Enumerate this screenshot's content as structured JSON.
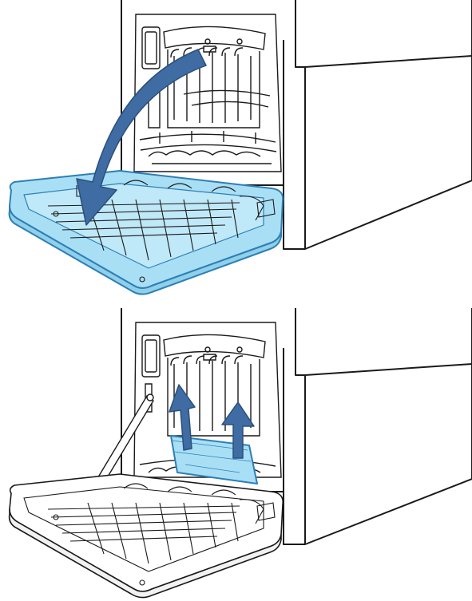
{
  "figure": {
    "panels": [
      {
        "step": "open-rear-door",
        "arrow_direction": "down-left",
        "highlight": "rear-door"
      },
      {
        "step": "remove-jammed-paper",
        "arrow_direction": "up",
        "highlight": "jammed-paper"
      }
    ]
  },
  "colors": {
    "highlight_fill": "#a9dff5",
    "highlight_stroke": "#2e7fb5",
    "arrow_fill": "#3f6ca3",
    "line": "#1a1a1a",
    "background": "#ffffff"
  }
}
